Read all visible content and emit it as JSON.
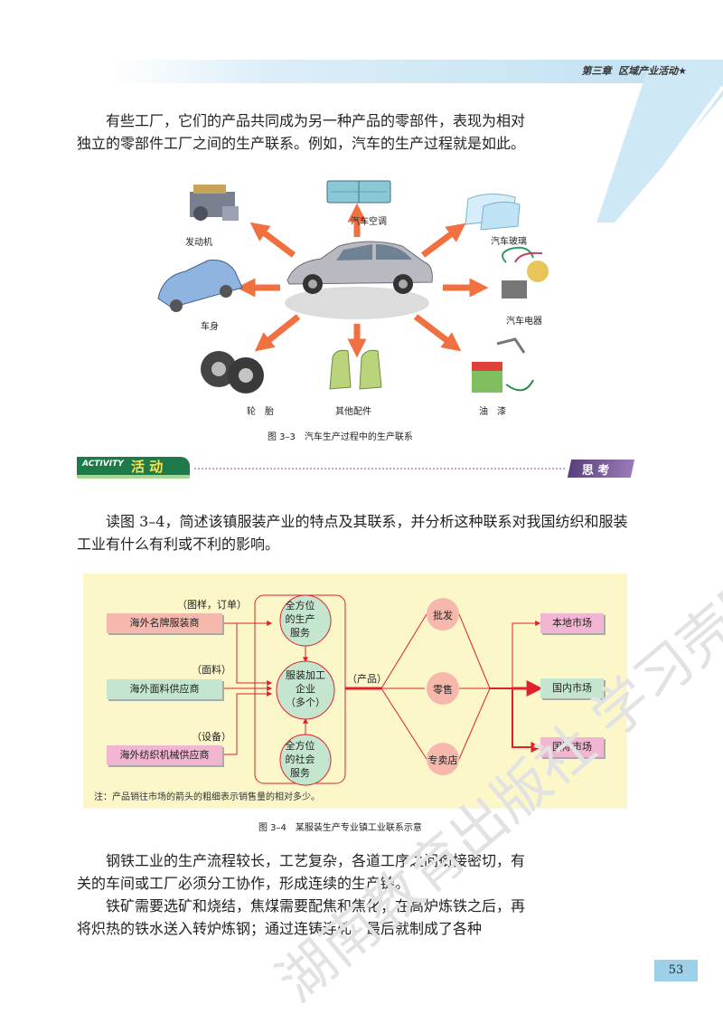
{
  "header": {
    "chapter": "第三章",
    "section": "区域产业活动",
    "star": "★"
  },
  "intro_paragraph": "有些工厂，它们的产品共同成为另一种产品的零部件，表现为相对独立的零部件工厂之间的生产联系。例如，汽车的生产过程就是如此。",
  "figure_3_3": {
    "parts": {
      "engine": "发动机",
      "air_conditioner": "汽车空调",
      "glass": "汽车玻璃",
      "body": "车身",
      "electrical": "汽车电器",
      "tires": "轮　胎",
      "other_parts": "其他配件",
      "paint": "油　漆"
    },
    "caption": "图 3–3　汽车生产过程中的生产联系"
  },
  "activity": {
    "badge": "ACTIVITY",
    "title": "活 动",
    "tag": "思 考"
  },
  "activity_prompt": "读图 3–4，简述该镇服装产业的特点及其联系，并分析这种联系对我国纺织和服装工业有什么有利或不利的影响。",
  "figure_3_4": {
    "suppliers": [
      {
        "name": "海外名牌服装商",
        "flow": "（图样，订单）"
      },
      {
        "name": "海外面料供应商",
        "flow": "（面料）"
      },
      {
        "name": "海外纺织机械供应商",
        "flow": "（设备）"
      }
    ],
    "service_top": "全方位的生产服务",
    "service_top_lines": [
      "全方位",
      "的生产",
      "服务"
    ],
    "enterprise_lines": [
      "服装加工",
      "企业",
      "（多个）"
    ],
    "service_bottom_lines": [
      "全方位",
      "的社会",
      "服务"
    ],
    "product_label": "（产品）",
    "channels": [
      "批发",
      "零售",
      "专卖店"
    ],
    "markets": [
      "本地市场",
      "国内市场",
      "国际市场"
    ],
    "note": "注：产品销往市场的箭头的粗细表示销售量的相对多少。",
    "caption": "图 3–4　某服装生产专业镇工业联系示意",
    "colors": {
      "background": "#fbf7c8",
      "supplier_fill": "#f6b8ad",
      "node_fill": "#c4e6ce",
      "market_fill": "#f3b6d2",
      "link": "#e0202e"
    }
  },
  "steel_paragraph_1": "钢铁工业的生产流程较长，工艺复杂，各道工序之间衔接密切，有关的车间或工厂必须分工协作，形成连续的生产链。",
  "steel_paragraph_2": "铁矿需要选矿和烧结，焦煤需要配焦和焦化；在高炉炼铁之后，再将炽热的铁水送入转炉炼钢；通过连铸连轧，最后就制成了各种",
  "page_number": "53",
  "watermark": "湖南教育出版社 学习壳网"
}
